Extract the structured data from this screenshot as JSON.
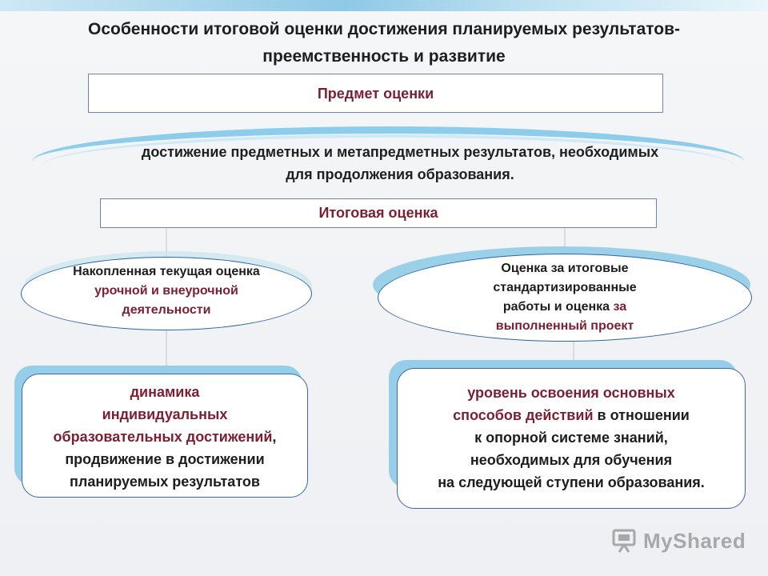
{
  "title": {
    "line1": "Особенности итоговой оценки достижения планируемых результатов-",
    "line2": "преемственность и развитие"
  },
  "subject_box": {
    "label": "Предмет оценки"
  },
  "achievement": {
    "line1": "достижение предметных и метапредметных результатов, необходимых",
    "line2": "для продолжения образования."
  },
  "final_box": {
    "label": "Итоговая оценка"
  },
  "left_ellipse": {
    "line1": "Накопленная текущая оценка",
    "line2": "урочной и внеурочной",
    "line3": "деятельности"
  },
  "right_ellipse": {
    "line1": "Оценка за итоговые",
    "line2": "стандартизированные",
    "line3_dark": "работы  и  оценка ",
    "line3_red": "за",
    "line4": "выполненный проект"
  },
  "left_box": {
    "line1": "динамика",
    "line2": "индивидуальных",
    "line3": "образовательных достижений",
    "line3_comma": ",",
    "line4": "продвижение в достижении",
    "line5": "планируемых результатов"
  },
  "right_box": {
    "line1": "уровень освоения основных",
    "line2_red": "способов действий",
    "line2_dark": " в отношении",
    "line3": "к опорной системе знаний,",
    "line4": "необходимых для обучения",
    "line5": "на следующей ступени образования."
  },
  "watermark": {
    "text": "MyShared",
    "icon": "presentation-board-icon"
  },
  "colors": {
    "accent_red": "#7b1f33",
    "border_blue": "#2e64a6",
    "ribbon_blue": "#7cc6e8"
  }
}
